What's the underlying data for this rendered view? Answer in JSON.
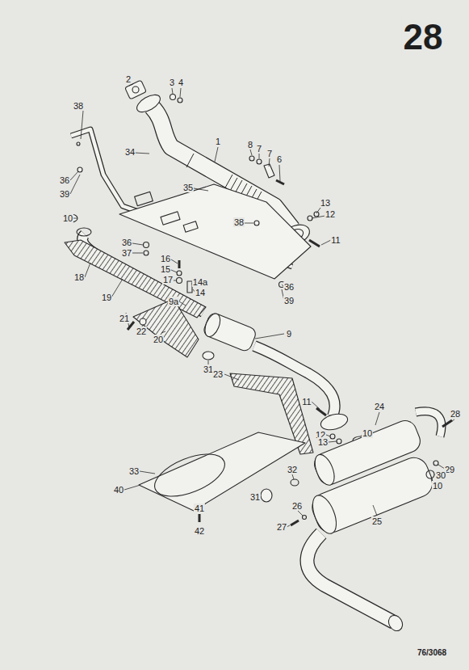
{
  "diagram": {
    "labels": [
      "28",
      "38",
      "2",
      "3",
      "4",
      "1",
      "8",
      "7",
      "7",
      "6",
      "34",
      "36",
      "39",
      "35",
      "13",
      "12",
      "10",
      "38",
      "11",
      "36",
      "37",
      "16",
      "15",
      "17",
      "14a",
      "14",
      "18",
      "36",
      "39",
      "19",
      "9a",
      "21",
      "22",
      "20",
      "9",
      "31",
      "23",
      "11",
      "24",
      "28",
      "12",
      "10",
      "13",
      "29",
      "30",
      "10",
      "33",
      "32",
      "40",
      "31",
      "26",
      "27",
      "25",
      "41",
      "42",
      "76/3068"
    ]
  }
}
